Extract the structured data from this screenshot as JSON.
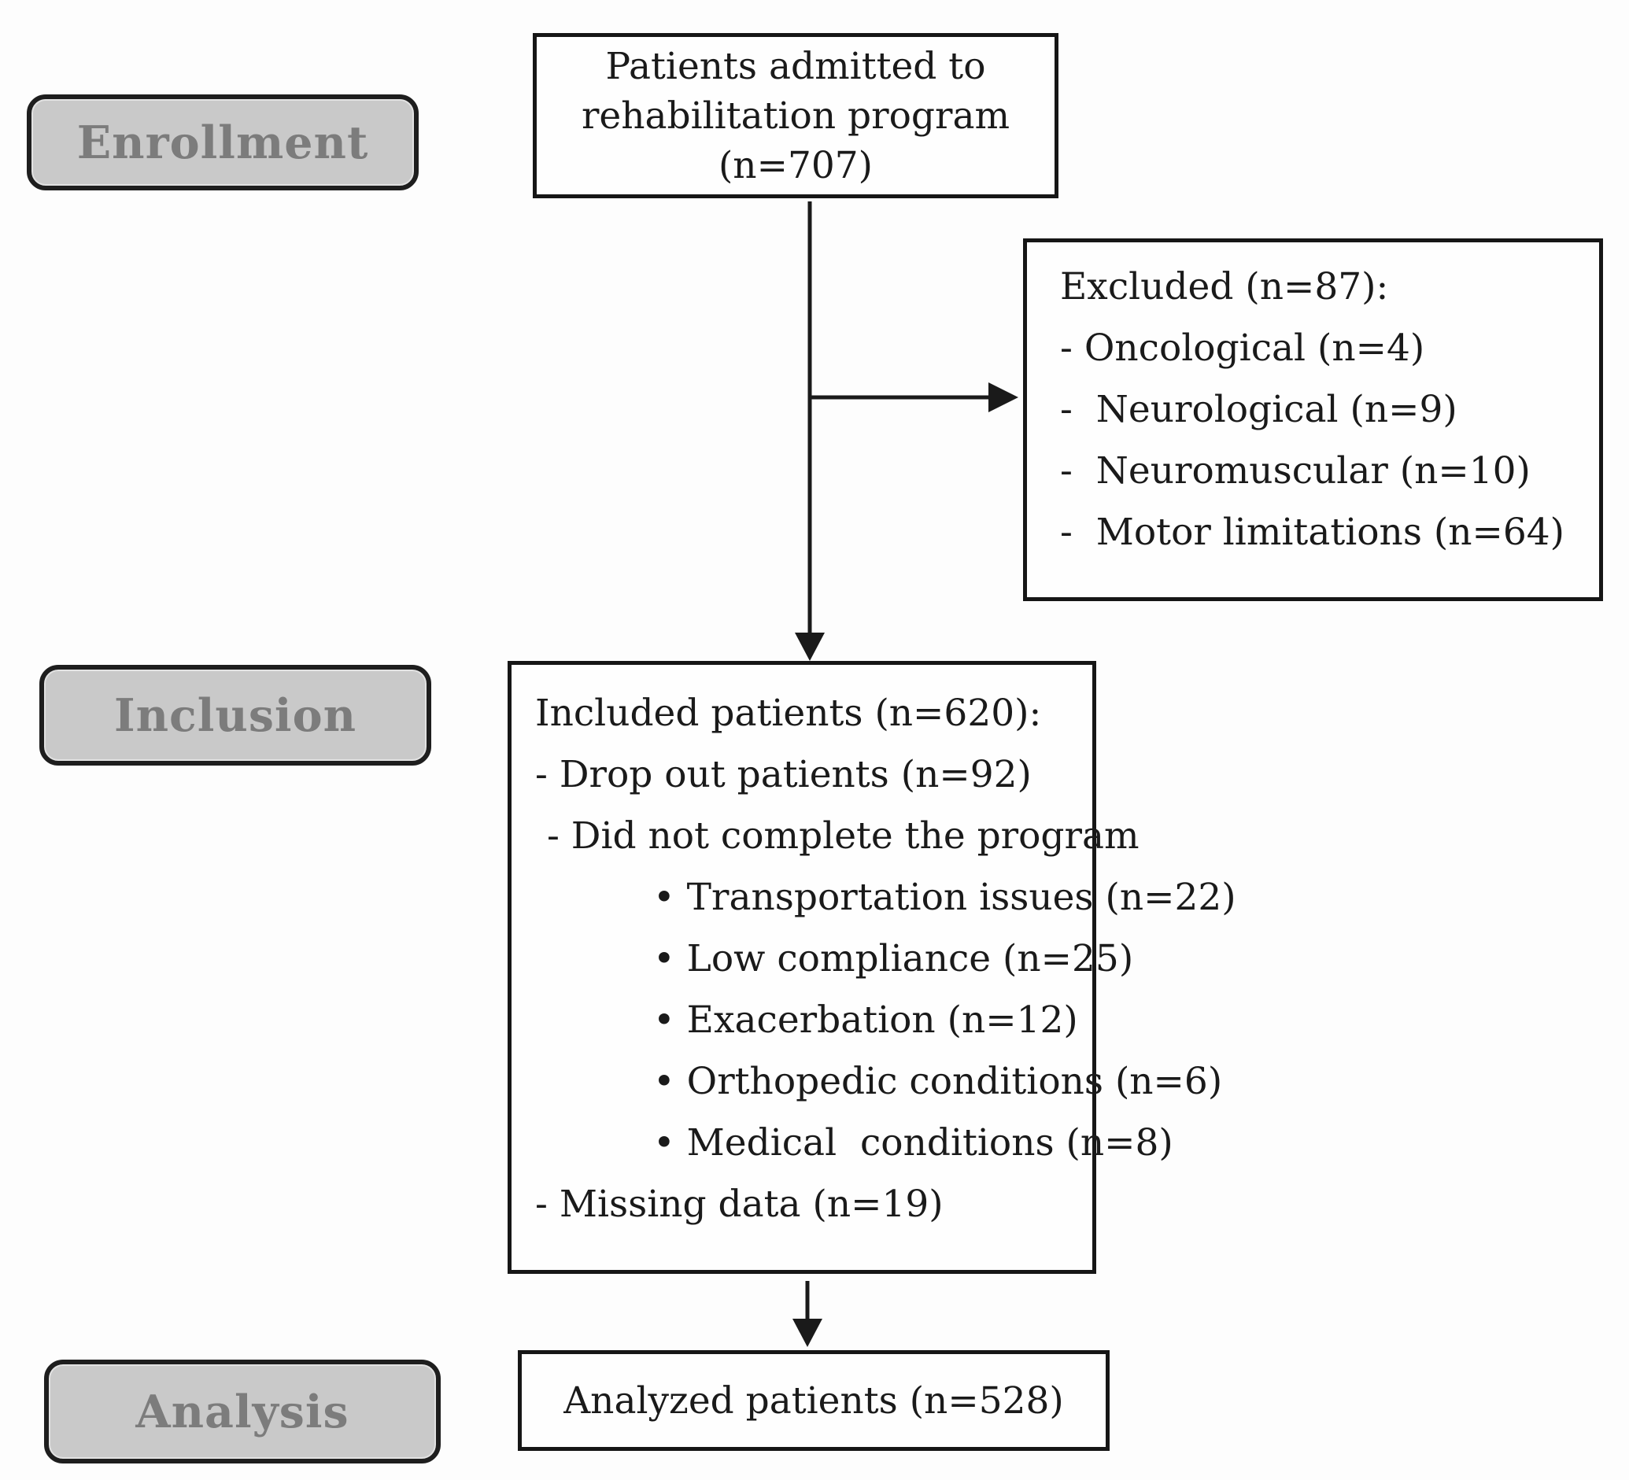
{
  "colors": {
    "background": "#fdfdfd",
    "box_border": "#161616",
    "box_fill": "#fefefe",
    "label_fill": "#c9c9c9",
    "label_border": "#1e1e1e",
    "label_text": "#7c7c7c",
    "text": "#1a1a1a",
    "arrow": "#1a1a1a"
  },
  "stage_labels": {
    "enrollment": "Enrollment",
    "inclusion": "Inclusion",
    "analysis": "Analysis"
  },
  "admitted_box": {
    "line1": "Patients admitted to",
    "line2": "rehabilitation program",
    "line3": "(n=707)"
  },
  "excluded_box": {
    "title": "Excluded (n=87):",
    "items": [
      "- Oncological (n=4)",
      "-  Neurological (n=9)",
      "-  Neuromuscular (n=10)",
      "-  Motor limitations (n=64)"
    ]
  },
  "included_box": {
    "title": "Included patients (n=620):",
    "items": [
      "- Drop out patients (n=92)",
      " - Did not complete the program",
      "• Transportation issues (n=22)",
      "• Low compliance (n=25)",
      "• Exacerbation (n=12)",
      "• Orthopedic conditions (n=6)",
      "• Medical  conditions (n=8)",
      "- Missing data (n=19)"
    ]
  },
  "analyzed_box": {
    "text": "Analyzed patients (n=528)"
  }
}
